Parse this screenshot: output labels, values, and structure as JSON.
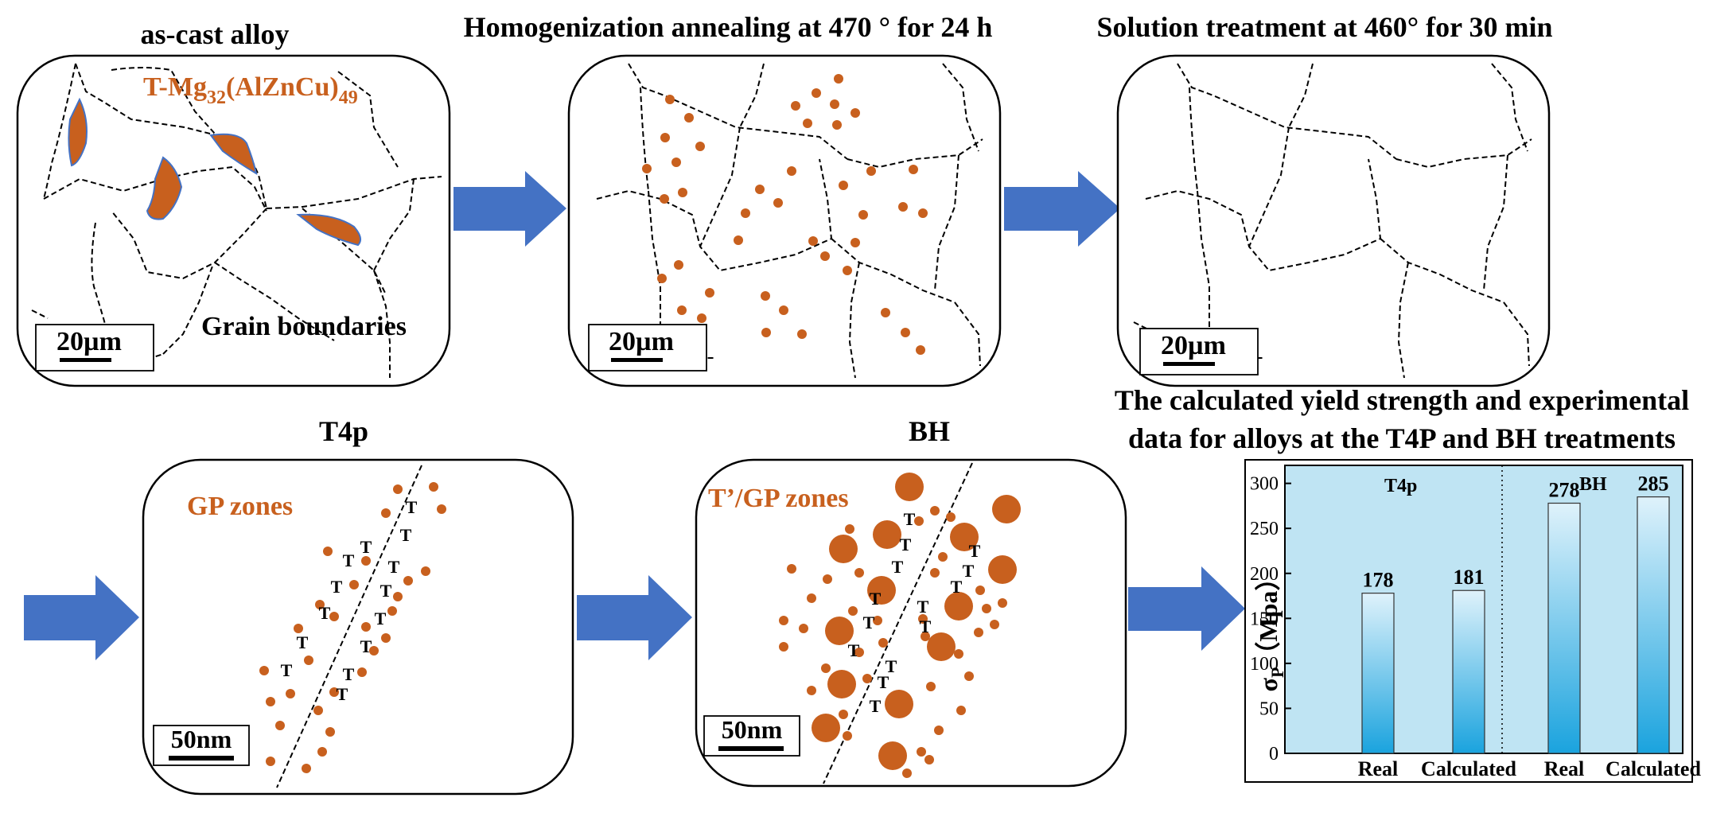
{
  "stages": {
    "as_cast": {
      "title": "as-cast alloy",
      "phase_label_main": "T-Mg",
      "phase_label_sub1": "32",
      "phase_label_mid": "(AlZnCu)",
      "phase_label_sub2": "49",
      "boundary_label": "Grain boundaries",
      "scale_label": "20µm"
    },
    "homogenization": {
      "title": "Homogenization annealing at 470 ° for 24 h",
      "scale_label": "20µm"
    },
    "solution": {
      "title": "Solution treatment at 460° for 30 min",
      "scale_label": "20µm"
    },
    "t4p": {
      "title": "T4p",
      "zone_label": "GP zones",
      "scale_label": "50nm"
    },
    "bh": {
      "title": "BH",
      "zone_label": "T’/GP zones",
      "scale_label": "50nm"
    }
  },
  "chart_title_line1": "The calculated yield strength and experimental",
  "chart_title_line2": "data for alloys at the T4P and BH treatments",
  "colors": {
    "precipitate": "#c8601e",
    "arrow": "#4472c4",
    "chart_bg": "#bfe4f3",
    "bar_top": "#dff2fb",
    "bar_bottom": "#1aa3de"
  },
  "chart_data": {
    "type": "bar",
    "categories": [
      "Real",
      "Calculated",
      "Real",
      "Calculated"
    ],
    "groups": [
      "T4p",
      "BH"
    ],
    "values": [
      178,
      181,
      278,
      285
    ],
    "ylabel_main": "σ",
    "ylabel_sub": "P",
    "ylabel_unit": "（Mpa）",
    "ylim": [
      0,
      320
    ],
    "yticks": [
      0,
      50,
      100,
      150,
      200,
      250,
      300
    ]
  }
}
